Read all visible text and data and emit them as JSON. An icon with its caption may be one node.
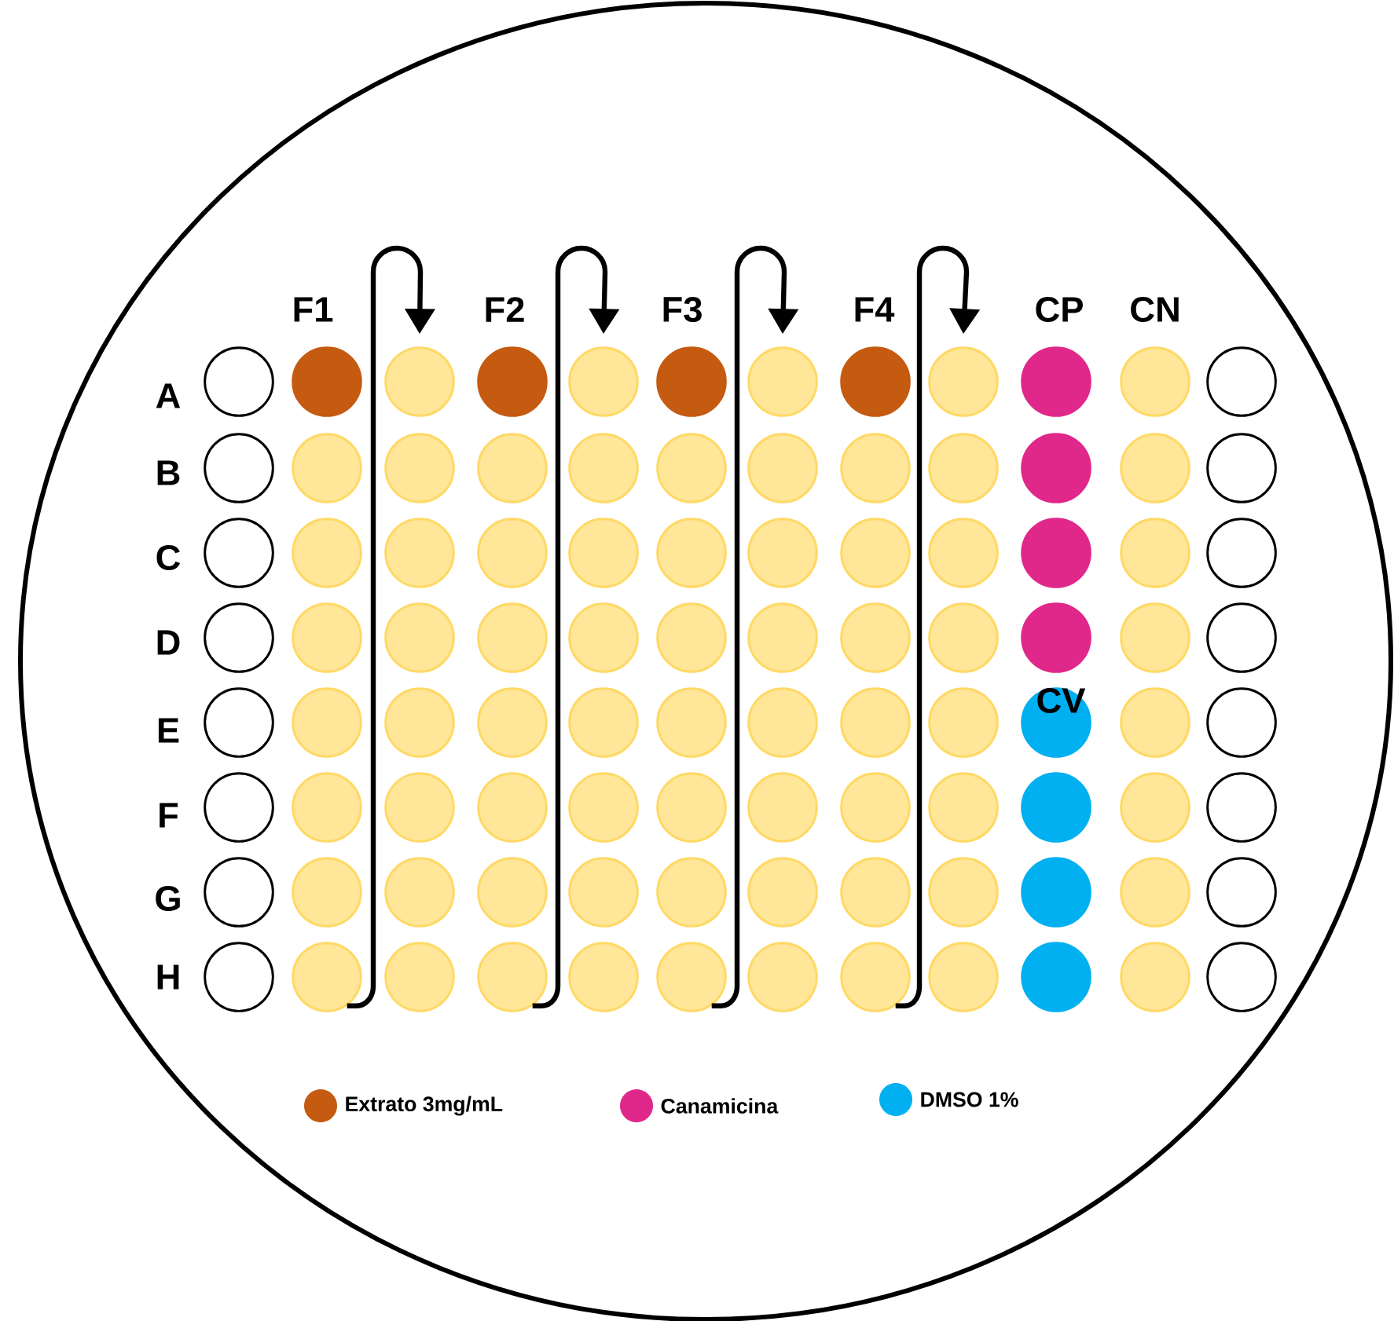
{
  "diagram": {
    "nodes": [
      {
        "text": [],
        "shape": "circle"
      },
      {
        "text": [],
        "shape": "circle"
      },
      {
        "text": [],
        "shape": "circle"
      },
      {
        "text": [],
        "shape": "circle"
      },
      {
        "text": [],
        "shape": "circle"
      },
      {
        "text": [],
        "shape": "circle"
      },
      {
        "text": [],
        "shape": "circle"
      },
      {
        "text": [],
        "shape": "circle"
      },
      {
        "text": [],
        "shape": "circle"
      },
      {
        "text": [],
        "shape": "circle"
      },
      {
        "text": [],
        "shape": "circle"
      },
      {
        "text": [],
        "shape": "circle"
      },
      {
        "text": [],
        "shape": "circle"
      },
      {
        "text": [],
        "shape": "circle"
      },
      {
        "text": [],
        "shape": "circle"
      },
      {
        "text": [],
        "shape": "circle"
      },
      {
        "text": [],
        "shape": "circle"
      },
      {
        "text": [],
        "shape": "circle"
      },
      {
        "text": [],
        "shape": "circle"
      },
      {
        "text": [],
        "shape": "circle"
      },
      {
        "text": [],
        "shape": "circle"
      },
      {
        "text": [],
        "shape": "circle"
      },
      {
        "text": [],
        "shape": "circle"
      },
      {
        "text": [],
        "shape": "circle"
      },
      {
        "text": [],
        "shape": "circle"
      },
      {
        "text": [],
        "shape": "circle"
      },
      {
        "text": [],
        "shape": "circle"
      },
      {
        "text": [],
        "shape": "circle"
      },
      {
        "text": [],
        "shape": "circle"
      },
      {
        "text": [],
        "shape": "circle"
      },
      {
        "text": [],
        "shape": "circle"
      },
      {
        "text": [],
        "shape": "circle"
      },
      {
        "text": [],
        "shape": "circle"
      },
      {
        "text": [],
        "shape": "circle"
      },
      {
        "text": [],
        "shape": "circle"
      },
      {
        "text": [],
        "shape": "circle"
      },
      {
        "text": [],
        "shape": "circle"
      },
      {
        "text": [],
        "shape": "circle"
      },
      {
        "text": [],
        "shape": "circle"
      },
      {
        "text": [],
        "shape": "circle"
      },
      {
        "text": [],
        "shape": "circle"
      },
      {
        "text": [],
        "shape": "circle"
      },
      {
        "text": [],
        "shape": "circle"
      },
      {
        "text": [],
        "shape": "circle"
      },
      {
        "text": [],
        "shape": "circle"
      },
      {
        "text": [],
        "shape": "circle"
      },
      {
        "text": [],
        "shape": "circle"
      },
      {
        "text": [],
        "shape": "circle"
      },
      {
        "text": [],
        "shape": "circle"
      },
      {
        "text": [],
        "shape": "circle"
      },
      {
        "text": [],
        "shape": "circle"
      },
      {
        "text": [],
        "shape": "circle"
      },
      {
        "text": [],
        "shape": "circle"
      },
      {
        "text": [],
        "shape": "circle"
      },
      {
        "text": [],
        "shape": "circle"
      },
      {
        "text": [],
        "shape": "circle"
      },
      {
        "text": [],
        "shape": "circle"
      },
      {
        "text": [],
        "shape": "circle"
      },
      {
        "text": [],
        "shape": "circle"
      },
      {
        "text": [],
        "shape": "circle"
      },
      {
        "text": [],
        "shape": "circle"
      },
      {
        "text": [],
        "shape": "circle"
      },
      {
        "text": [],
        "shape": "circle"
      },
      {
        "text": [],
        "shape": "circle"
      },
      {
        "text": [],
        "shape": "circle"
      },
      {
        "text": [],
        "shape": "circle"
      },
      {
        "text": [],
        "shape": "circle"
      },
      {
        "text": [],
        "shape": "circle"
      },
      {
        "text": [],
        "shape": "circle"
      },
      {
        "text": [],
        "shape": "circle"
      },
      {
        "text": [],
        "shape": "circle"
      },
      {
        "text": [],
        "shape": "circle"
      },
      {
        "text": [],
        "shape": "circle"
      },
      {
        "text": [],
        "shape": "circle"
      },
      {
        "text": [],
        "shape": "circle"
      },
      {
        "text": [],
        "shape": "circle"
      },
      {
        "text": [],
        "shape": "circle"
      },
      {
        "text": [],
        "shape": "circle"
      },
      {
        "text": [],
        "shape": "circle"
      },
      {
        "text": [],
        "shape": "circle"
      },
      {
        "text": [],
        "shape": "circle"
      },
      {
        "text": [],
        "shape": "circle"
      },
      {
        "text": [],
        "shape": "circle"
      },
      {
        "text": [],
        "shape": "circle"
      },
      {
        "text": [],
        "shape": "circle"
      },
      {
        "text": [],
        "shape": "circle"
      },
      {
        "text": [],
        "shape": "circle"
      },
      {
        "text": [],
        "shape": "circle"
      },
      {
        "text": [],
        "shape": "circle"
      },
      {
        "text": [],
        "shape": "circle"
      },
      {
        "text": [],
        "shape": "circle"
      },
      {
        "text": [],
        "shape": "circle"
      },
      {
        "text": [],
        "shape": "circle"
      },
      {
        "text": [],
        "shape": "circle"
      },
      {
        "text": [],
        "shape": "circle"
      },
      {
        "text": [],
        "shape": "circle"
      }
    ],
    "edges": [
      {
        "from": 85,
        "to": 2,
        "arrow": "to"
      },
      {
        "from": 87,
        "to": 4,
        "arrow": "to"
      },
      {
        "from": 89,
        "to": 6,
        "arrow": "to"
      },
      {
        "from": 91,
        "to": 8,
        "arrow": "to"
      }
    ],
    "labels": [
      "F1",
      "F2",
      "F3",
      "F4",
      "CP",
      "CN",
      "A",
      "B",
      "C",
      "D",
      "CV",
      "E",
      "F",
      "G",
      "H"
    ],
    "legend": [
      {
        "text": "Extrato 3mg/mL",
        "color": "#c55a11"
      },
      {
        "text": "Canamicina",
        "color": "#e0288a"
      },
      {
        "text": "DMSO 1%",
        "color": "#00b0f0"
      }
    ]
  }
}
